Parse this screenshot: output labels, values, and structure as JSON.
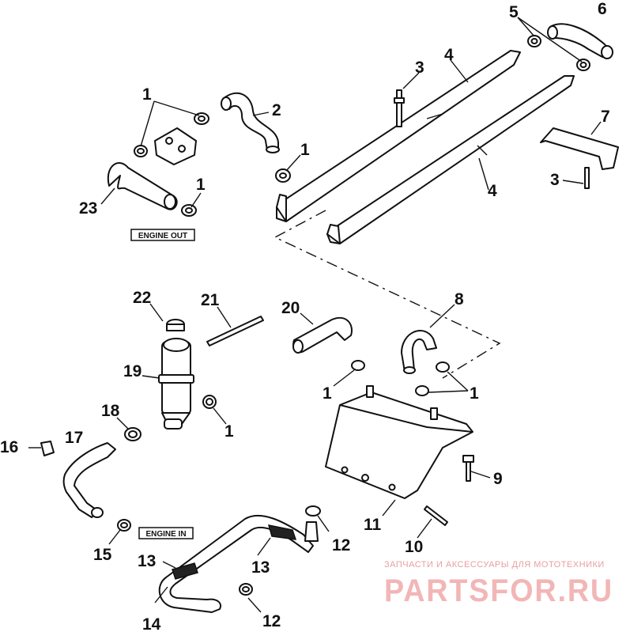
{
  "callouts": [
    {
      "id": "c1a",
      "text": "1"
    },
    {
      "id": "c2",
      "text": "2"
    },
    {
      "id": "c1b",
      "text": "1"
    },
    {
      "id": "c1c",
      "text": "1"
    },
    {
      "id": "c23",
      "text": "23"
    },
    {
      "id": "c3a",
      "text": "3"
    },
    {
      "id": "c4a",
      "text": "4"
    },
    {
      "id": "c5",
      "text": "5"
    },
    {
      "id": "c6",
      "text": "6"
    },
    {
      "id": "c7",
      "text": "7"
    },
    {
      "id": "c3b",
      "text": "3"
    },
    {
      "id": "c4b",
      "text": "4"
    },
    {
      "id": "c22",
      "text": "22"
    },
    {
      "id": "c21",
      "text": "21"
    },
    {
      "id": "c20",
      "text": "20"
    },
    {
      "id": "c8",
      "text": "8"
    },
    {
      "id": "c19",
      "text": "19"
    },
    {
      "id": "c1d",
      "text": "1"
    },
    {
      "id": "c1e",
      "text": "1"
    },
    {
      "id": "c1f",
      "text": "1"
    },
    {
      "id": "c18",
      "text": "18"
    },
    {
      "id": "c16",
      "text": "16"
    },
    {
      "id": "c17",
      "text": "17"
    },
    {
      "id": "c9",
      "text": "9"
    },
    {
      "id": "c11",
      "text": "11"
    },
    {
      "id": "c10",
      "text": "10"
    },
    {
      "id": "c15",
      "text": "15"
    },
    {
      "id": "c12a",
      "text": "12"
    },
    {
      "id": "c13a",
      "text": "13"
    },
    {
      "id": "c13b",
      "text": "13"
    },
    {
      "id": "c14",
      "text": "14"
    },
    {
      "id": "c12b",
      "text": "12"
    }
  ],
  "labels": {
    "engine_out": "ENGINE OUT",
    "engine_in": "ENGINE IN"
  },
  "watermark": {
    "tagline": "ЗАПЧАСТИ И АКСЕССУАРЫ ДЛЯ МОТОТЕХНИКИ",
    "brand": "PARTSFOR.RU"
  }
}
